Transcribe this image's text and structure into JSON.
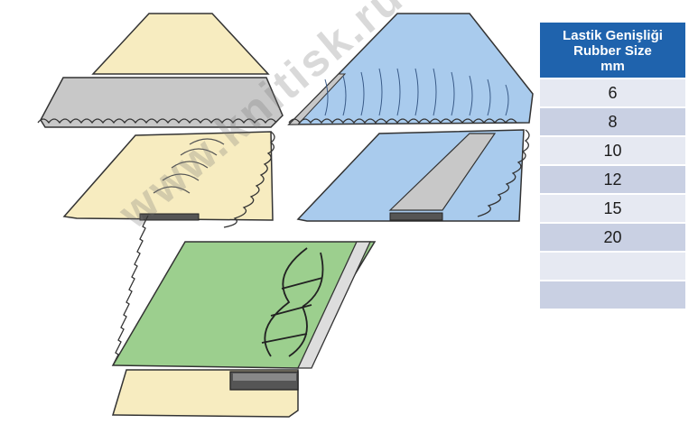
{
  "table": {
    "header": [
      "Lastik Genişliği",
      "Rubber Size",
      "mm"
    ],
    "rows": [
      "6",
      "8",
      "10",
      "12",
      "15",
      "20",
      "",
      ""
    ]
  },
  "watermark": "www.knitisk.ru",
  "colors": {
    "header_bg": "#1f63ad",
    "row_light": "#e6e9f2",
    "row_dark": "#c9d0e3",
    "fabric_cream": "#f7ecc0",
    "fabric_blue": "#a9cbed",
    "fabric_green": "#9ccf8e",
    "band_grey": "#c8c8c8"
  }
}
